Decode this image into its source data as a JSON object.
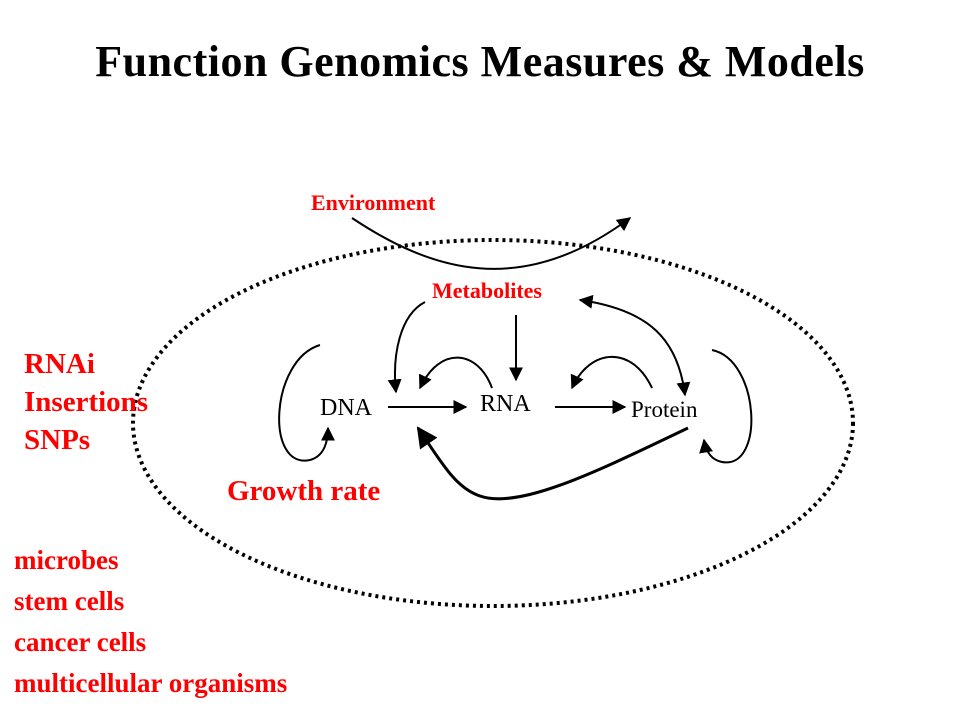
{
  "title": "Function Genomics Measures & Models",
  "labels": {
    "environment": "Environment",
    "metabolites": "Metabolites",
    "dna": "DNA",
    "rna": "RNA",
    "protein": "Protein",
    "growth_rate": "Growth rate"
  },
  "perturbations": [
    "RNAi",
    "Insertions",
    "SNPs"
  ],
  "systems": [
    "microbes",
    "stem cells",
    "cancer cells",
    "multicellular organisms"
  ],
  "colors": {
    "accent": "#ff0000",
    "text": "#000000",
    "background": "#ffffff"
  }
}
